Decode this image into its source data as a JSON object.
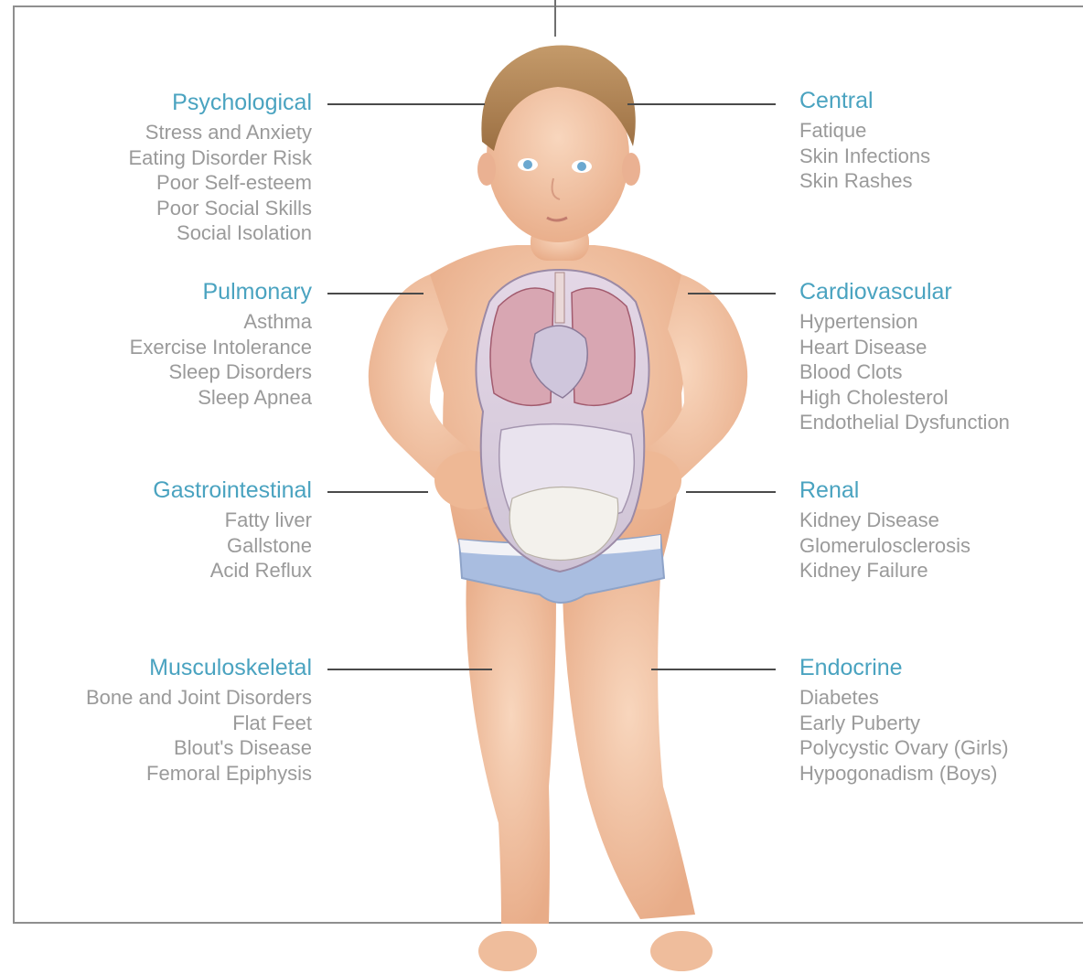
{
  "diagram": {
    "groups_left": [
      {
        "title": "Psychological",
        "items": [
          "Stress and Anxiety",
          "Eating Disorder Risk",
          "Poor Self-esteem",
          "Poor Social Skills",
          "Social Isolation"
        ]
      },
      {
        "title": "Pulmonary",
        "items": [
          "Asthma",
          "Exercise Intolerance",
          "Sleep Disorders",
          "Sleep Apnea"
        ]
      },
      {
        "title": "Gastrointestinal",
        "items": [
          "Fatty liver",
          "Gallstone",
          "Acid Reflux"
        ]
      },
      {
        "title": "Musculoskeletal",
        "items": [
          "Bone and Joint Disorders",
          "Flat Feet",
          "Blout's Disease",
          "Femoral Epiphysis"
        ]
      }
    ],
    "groups_right": [
      {
        "title": "Central",
        "items": [
          "Fatique",
          "Skin Infections",
          "Skin Rashes"
        ]
      },
      {
        "title": "Cardiovascular",
        "items": [
          "Hypertension",
          "Heart Disease",
          "Blood Clots",
          "High Cholesterol",
          "Endothelial Dysfunction"
        ]
      },
      {
        "title": "Renal",
        "items": [
          "Kidney Disease",
          "Glomerulosclerosis",
          "Kidney Failure"
        ]
      },
      {
        "title": "Endocrine",
        "items": [
          "Diabetes",
          "Early Puberty",
          "Polycystic Ovary (Girls)",
          "Hypogonadism (Boys)"
        ]
      }
    ]
  },
  "colors": {
    "heading": "#4aa3c0",
    "item_text": "#9a9a9a",
    "connector": "#4a4a4a",
    "frame": "#8f8f8f",
    "skin": "#f1c3a2",
    "hair": "#b98c5c",
    "underwear": "#a9bde0",
    "organs": "#d9cfe0"
  }
}
